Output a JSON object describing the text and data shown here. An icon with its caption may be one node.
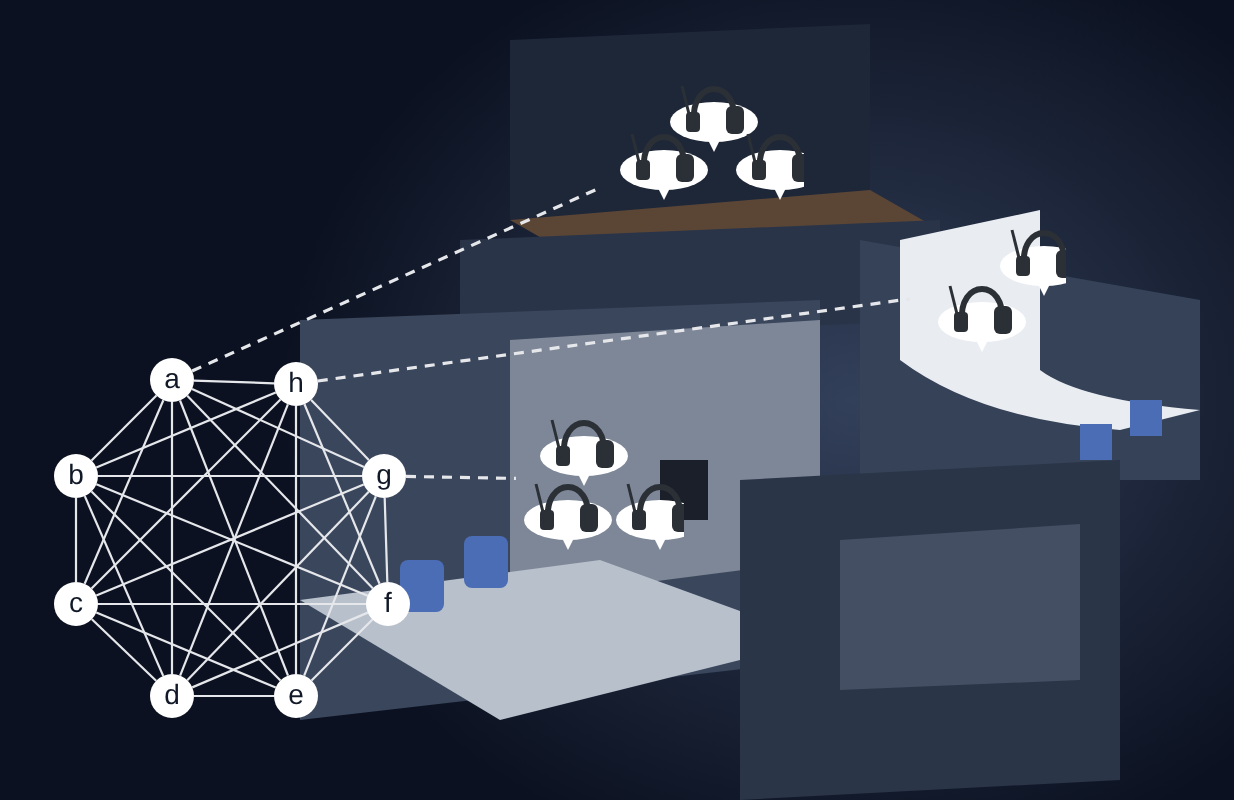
{
  "diagram": {
    "nodes": [
      {
        "text": [
          "a"
        ]
      },
      {
        "text": [
          "h"
        ]
      },
      {
        "text": [
          "b"
        ]
      },
      {
        "text": [
          "g"
        ]
      },
      {
        "text": [
          "c"
        ]
      },
      {
        "text": [
          "f"
        ]
      },
      {
        "text": [
          "d"
        ]
      },
      {
        "text": [
          "e"
        ]
      },
      {
        "text": [],
        "shape": "picture"
      },
      {
        "text": [],
        "shape": "picture"
      },
      {
        "text": [],
        "shape": "picture"
      }
    ],
    "edges": [
      {
        "from": 0,
        "to": 1,
        "arrow": "none"
      },
      {
        "from": 0,
        "to": 2,
        "arrow": "none"
      },
      {
        "from": 0,
        "to": 3,
        "arrow": "none"
      },
      {
        "from": 0,
        "to": 4,
        "arrow": "none"
      },
      {
        "from": 0,
        "to": 5,
        "arrow": "none"
      },
      {
        "from": 0,
        "to": 6,
        "arrow": "none"
      },
      {
        "from": 0,
        "to": 7,
        "arrow": "none"
      },
      {
        "from": 1,
        "to": 2,
        "arrow": "none"
      },
      {
        "from": 1,
        "to": 3,
        "arrow": "none"
      },
      {
        "from": 1,
        "to": 4,
        "arrow": "none"
      },
      {
        "from": 1,
        "to": 5,
        "arrow": "none"
      },
      {
        "from": 1,
        "to": 6,
        "arrow": "none"
      },
      {
        "from": 1,
        "to": 7,
        "arrow": "none"
      },
      {
        "from": 2,
        "to": 3,
        "arrow": "none"
      },
      {
        "from": 2,
        "to": 4,
        "arrow": "none"
      },
      {
        "from": 2,
        "to": 5,
        "arrow": "none"
      },
      {
        "from": 2,
        "to": 6,
        "arrow": "none"
      },
      {
        "from": 2,
        "to": 7,
        "arrow": "none"
      },
      {
        "from": 3,
        "to": 4,
        "arrow": "none"
      },
      {
        "from": 3,
        "to": 5,
        "arrow": "none"
      },
      {
        "from": 3,
        "to": 6,
        "arrow": "none"
      },
      {
        "from": 3,
        "to": 7,
        "arrow": "none"
      },
      {
        "from": 4,
        "to": 5,
        "arrow": "none"
      },
      {
        "from": 4,
        "to": 6,
        "arrow": "none"
      },
      {
        "from": 4,
        "to": 7,
        "arrow": "none"
      },
      {
        "from": 5,
        "to": 6,
        "arrow": "none"
      },
      {
        "from": 5,
        "to": 7,
        "arrow": "none"
      },
      {
        "from": 6,
        "to": 7,
        "arrow": "none"
      },
      {
        "from": 0,
        "to": 8,
        "arrow": "none",
        "style": "dashed"
      },
      {
        "from": 1,
        "to": 9,
        "arrow": "none",
        "style": "dashed"
      },
      {
        "from": 3,
        "to": 10,
        "arrow": "none",
        "style": "dashed"
      }
    ]
  }
}
